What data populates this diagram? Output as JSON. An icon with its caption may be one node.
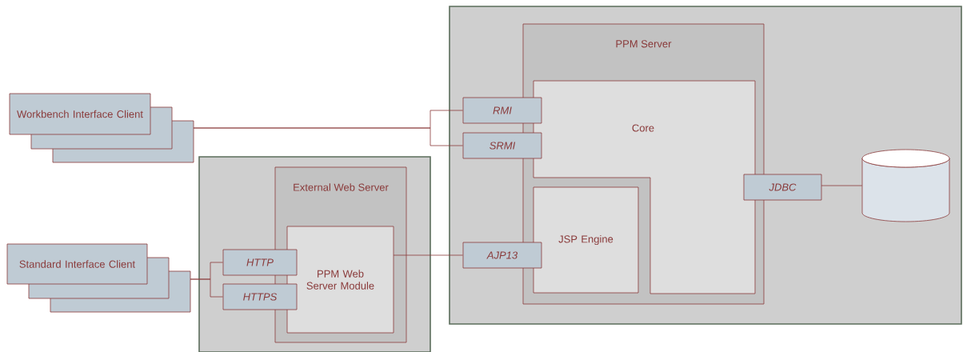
{
  "diagram": {
    "nodes": [
      {
        "text": [
          "Workbench Interface Client"
        ]
      },
      {
        "text": [
          "Standard Interface Client"
        ]
      },
      {
        "text": [],
        "shape": "box"
      },
      {
        "text": [
          "External Web Server"
        ],
        "in": 2
      },
      {
        "text": [
          "PPM Web Server Module"
        ],
        "in": 3
      },
      {
        "text": [
          "HTTP"
        ],
        "in": 2
      },
      {
        "text": [
          "HTTPS"
        ],
        "in": 2
      },
      {
        "text": [],
        "shape": "box"
      },
      {
        "text": [
          "PPM Server"
        ],
        "in": 7
      },
      {
        "text": [
          "Core"
        ],
        "in": 8
      },
      {
        "text": [
          "JSP Engine"
        ],
        "in": 8
      },
      {
        "text": [
          "RMI"
        ],
        "in": 7
      },
      {
        "text": [
          "SRMI"
        ],
        "in": 7
      },
      {
        "text": [
          "AJP13"
        ],
        "in": 7
      },
      {
        "text": [
          "JDBC"
        ],
        "in": 7
      },
      {
        "text": [],
        "shape": "cylinder",
        "in": 7
      }
    ],
    "edges": [
      {
        "from": 0,
        "to": 11,
        "arrow": "none"
      },
      {
        "from": 0,
        "to": 12,
        "arrow": "none"
      },
      {
        "from": 1,
        "to": 5,
        "arrow": "none"
      },
      {
        "from": 1,
        "to": 6,
        "arrow": "none"
      },
      {
        "from": 4,
        "to": 13,
        "arrow": "none"
      },
      {
        "from": 14,
        "to": 15,
        "arrow": "none"
      }
    ]
  }
}
